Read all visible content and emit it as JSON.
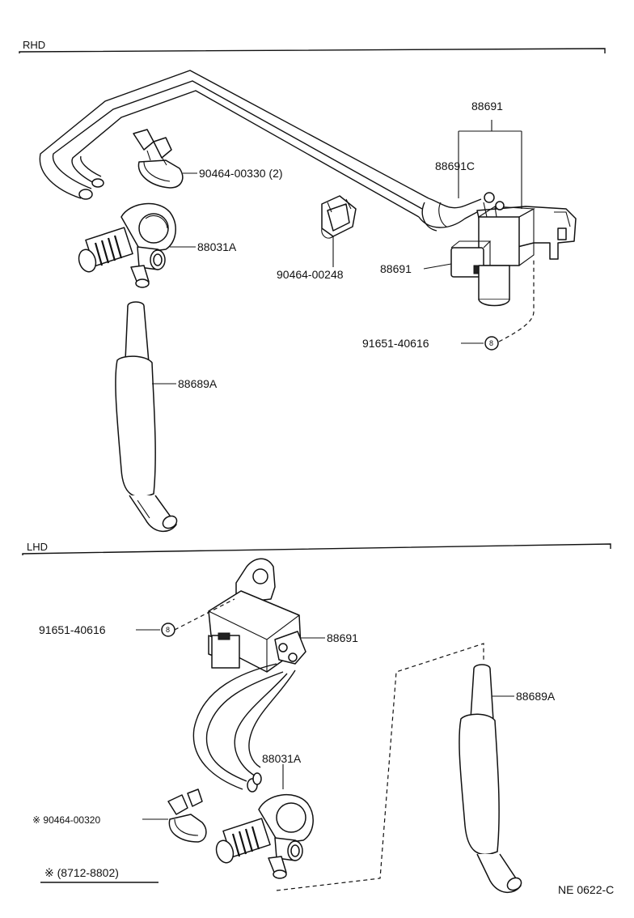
{
  "sections": {
    "rhd": "RHD",
    "lhd": "LHD"
  },
  "rhd_labels": {
    "p_88691_top": "88691",
    "p_88691c": "88691C",
    "p_90464_00330": "90464-00330 (2)",
    "p_88031a": "88031A",
    "p_90464_00248": "90464-00248",
    "p_88691_side": "88691",
    "p_91651_40616": "91651-40616",
    "p_88689a": "88689A",
    "circle_mark": "8"
  },
  "lhd_labels": {
    "p_91651_40616": "91651-40616",
    "circle_mark": "8",
    "p_88691": "88691",
    "p_88689a": "88689A",
    "p_88031a": "88031A",
    "p_90464_00320": "※ 90464-00320"
  },
  "footnote": "※ (8712-8802)",
  "diagram_code": "NE 0622-C"
}
